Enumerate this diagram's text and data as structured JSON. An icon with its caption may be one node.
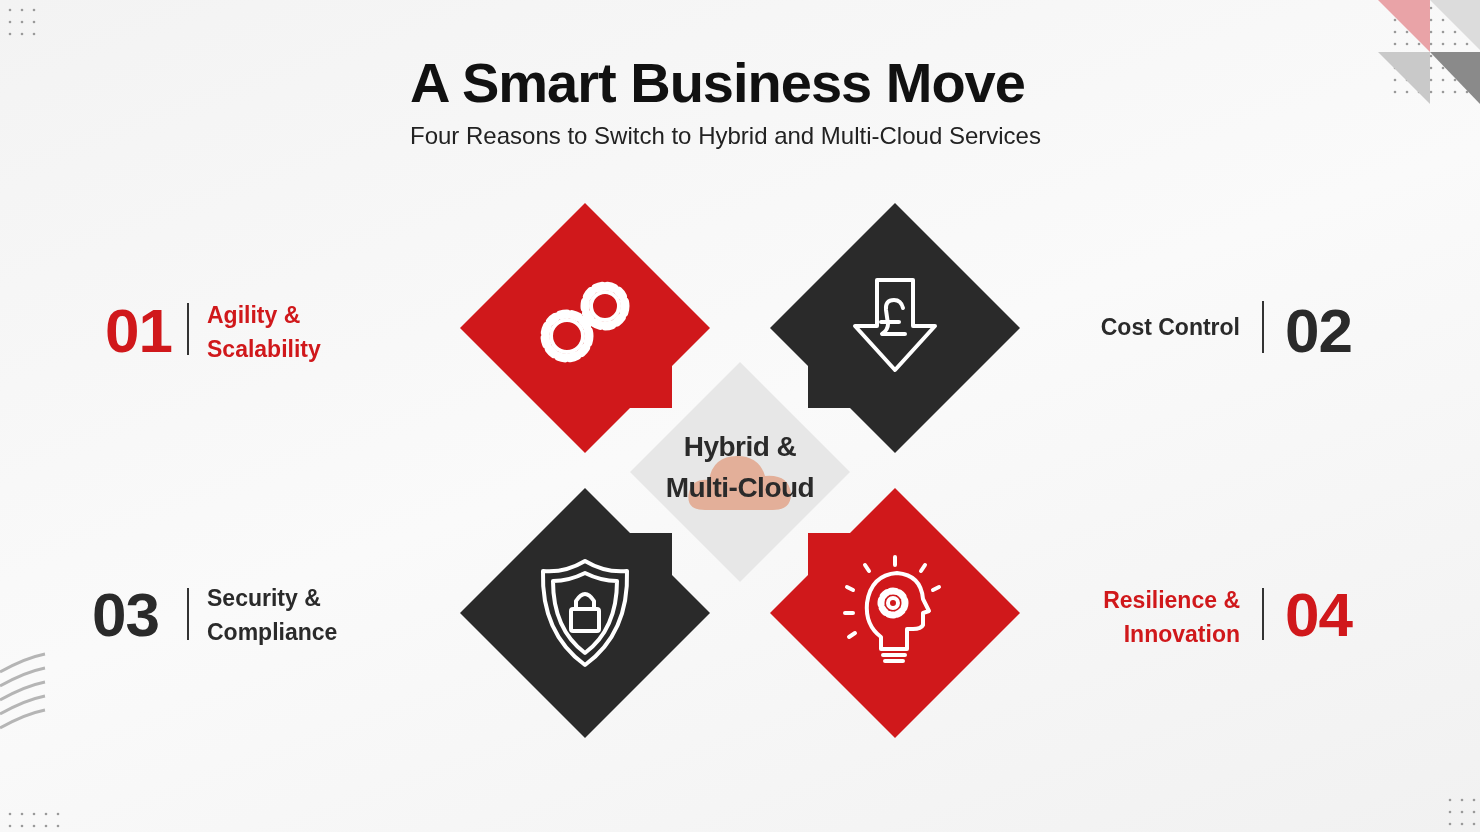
{
  "diagram": {
    "title": "A Smart Business Move",
    "nodes": [
      {
        "text": [
          "Hybrid & Multi-Cloud"
        ]
      },
      {
        "text": [],
        "shape": "diamond"
      },
      {
        "text": [],
        "shape": "diamond"
      },
      {
        "text": [],
        "shape": "diamond"
      },
      {
        "text": [],
        "shape": "diamond"
      }
    ],
    "edges": [],
    "labels": [
      "Four Reasons to Switch to Hybrid and Multi-Cloud Services",
      "01",
      "Agility & Scalability",
      "Cost Control",
      "02",
      "03",
      "Security & Compliance",
      "Resilience & Innovation",
      "04"
    ]
  }
}
